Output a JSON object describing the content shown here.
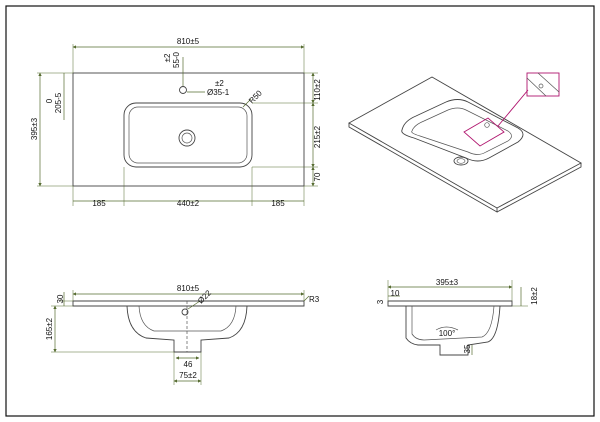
{
  "colors": {
    "background": "#ffffff",
    "frame": "#111111",
    "outline": "#444444",
    "dimension_line": "#556b2f",
    "detail_highlight": "#b0156e"
  },
  "plan_view": {
    "overall_width": "810±5",
    "tap_hole_offset_tol": "±2",
    "tap_hole_offset": "55-0",
    "offset_zero": "0",
    "offset_left": "205-5",
    "overall_depth": "395±3",
    "tap_hole_diameter_tol": "±2",
    "tap_hole_diameter": "Ø35-1",
    "bowl_radius": "R50",
    "top_band": "110±2",
    "bowl_depth": "215±2",
    "front_band": "70",
    "left_margin": "185",
    "bowl_width": "440±2",
    "right_margin": "185"
  },
  "front_view": {
    "overall_width": "810±5",
    "drain_diameter": "Ø22",
    "edge_radius": "R3",
    "top_thickness": "30",
    "total_height": "165±2",
    "drain_width": "46",
    "drain_outer": "75±2"
  },
  "side_view": {
    "overall_depth": "395±3",
    "lip": "10",
    "edge_small": "3",
    "right_height": "18±2",
    "bowl_angle": "100°",
    "drain_depth": "35"
  }
}
